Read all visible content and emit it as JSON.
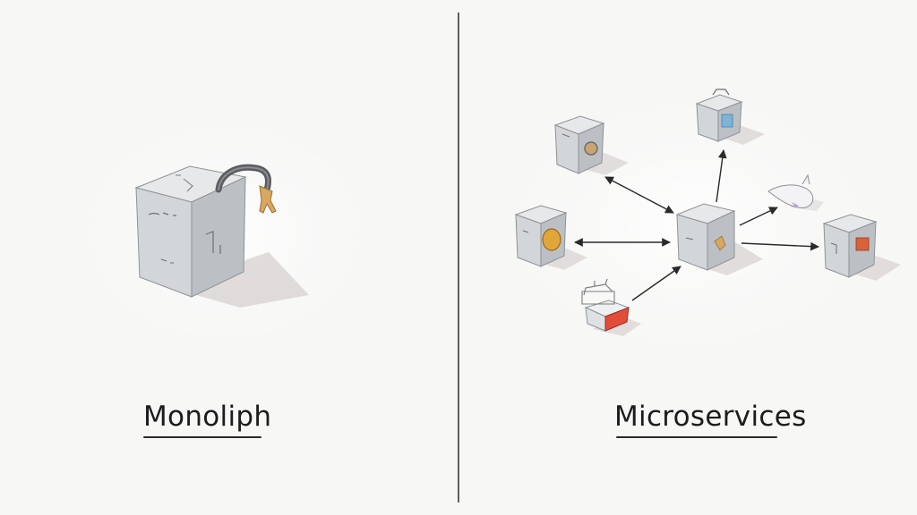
{
  "left": {
    "caption": "Monoliph"
  },
  "right": {
    "caption": "Microservices"
  },
  "colors": {
    "background": "#f7f7f6",
    "cube_top": "#e4e6e8",
    "cube_left": "#d3d6d9",
    "cube_right": "#b9bdc1",
    "divider": "#3a3a3a",
    "arrow": "#2a2a2a"
  },
  "icons": [
    "monolith-cube",
    "cable-plug-icon",
    "service-cube",
    "coin-icon",
    "printer-icon",
    "bird-icon",
    "device-icon"
  ]
}
